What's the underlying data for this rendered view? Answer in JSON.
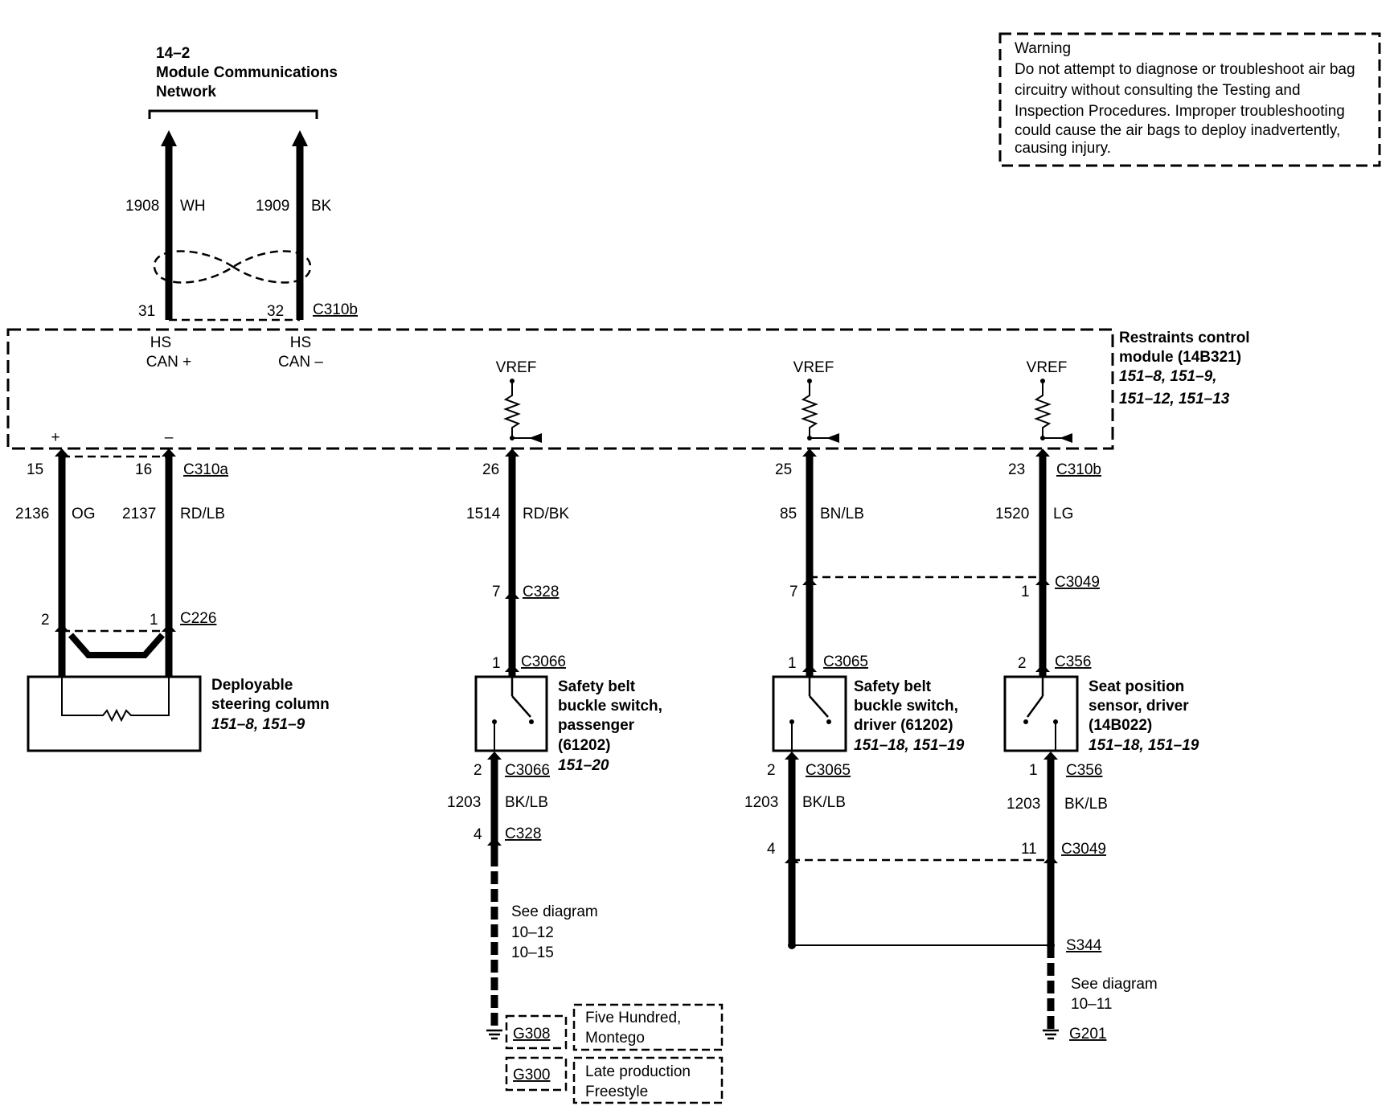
{
  "network": {
    "ref": "14–2",
    "line1": "Module Communications",
    "line2": "Network"
  },
  "warning": {
    "title": "Warning",
    "lines": [
      "Do not attempt to diagnose or troubleshoot air bag",
      "circuitry without consulting the Testing and",
      "Inspection Procedures. Improper troubleshooting",
      "could cause the air bags to deploy inadvertently,",
      "causing injury."
    ]
  },
  "can_bus": {
    "wire_hi": {
      "circuit": "1908",
      "color": "WH"
    },
    "wire_lo": {
      "circuit": "1909",
      "color": "BK"
    },
    "pin_hi": "31",
    "pin_lo": "32",
    "connector": "C310b",
    "label_hi_1": "HS",
    "label_hi_2": "CAN +",
    "label_lo_1": "HS",
    "label_lo_2": "CAN –"
  },
  "module": {
    "name_1": "Restraints control",
    "name_2": "module (14B321)",
    "refs_1": "151–8, 151–9,",
    "refs_2": "151–12, 151–13",
    "vref": "VREF",
    "plus": "+",
    "minus": "–"
  },
  "steering": {
    "pin_a": "15",
    "pin_b": "16",
    "connector_a": "C310a",
    "wire_a": {
      "circuit": "2136",
      "color": "OG"
    },
    "wire_b": {
      "circuit": "2137",
      "color": "RD/LB"
    },
    "pin_c": "2",
    "pin_d": "1",
    "connector_b": "C226",
    "name_1": "Deployable",
    "name_2": "steering column",
    "refs": "151–8, 151–9"
  },
  "passenger": {
    "pin_top": "26",
    "wire": {
      "circuit": "1514",
      "color": "RD/BK"
    },
    "c328_pin": "7",
    "c328": "C328",
    "c3066_pin": "1",
    "c3066": "C3066",
    "name_1": "Safety belt",
    "name_2": "buckle switch,",
    "name_3": "passenger",
    "name_4": "(61202)",
    "refs": "151–20",
    "out_pin": "2",
    "out_conn": "C3066",
    "ground_wire": {
      "circuit": "1203",
      "color": "BK/LB"
    },
    "c328b_pin": "4",
    "c328b": "C328",
    "see_1": "See diagram",
    "see_2": "10–12",
    "see_3": "10–15",
    "g308": "G308",
    "g300": "G300",
    "g308_note_1": "Five Hundred,",
    "g308_note_2": "Montego",
    "g300_note_1": "Late production",
    "g300_note_2": "Freestyle"
  },
  "driver": {
    "pin_top": "25",
    "wire": {
      "circuit": "85",
      "color": "BN/LB"
    },
    "c3049_pin": "7",
    "c3065_pin": "1",
    "c3065": "C3065",
    "name_1": "Safety belt",
    "name_2": "buckle switch,",
    "name_3": "driver (61202)",
    "refs": "151–18, 151–19",
    "out_pin": "2",
    "out_conn": "C3065",
    "ground_wire": {
      "circuit": "1203",
      "color": "BK/LB"
    },
    "c3049b_pin": "4"
  },
  "seat": {
    "pin_top": "23",
    "connector_top": "C310b",
    "wire": {
      "circuit": "1520",
      "color": "LG"
    },
    "c3049_pin": "1",
    "c3049": "C3049",
    "c356_pin": "2",
    "c356": "C356",
    "name_1": "Seat position",
    "name_2": "sensor, driver",
    "name_3": "(14B022)",
    "refs": "151–18, 151–19",
    "out_pin": "1",
    "out_conn": "C356",
    "ground_wire": {
      "circuit": "1203",
      "color": "BK/LB"
    },
    "c3049b_pin": "11",
    "c3049b": "C3049",
    "splice": "S344",
    "see_1": "See diagram",
    "see_2": "10–11",
    "ground": "G201"
  }
}
